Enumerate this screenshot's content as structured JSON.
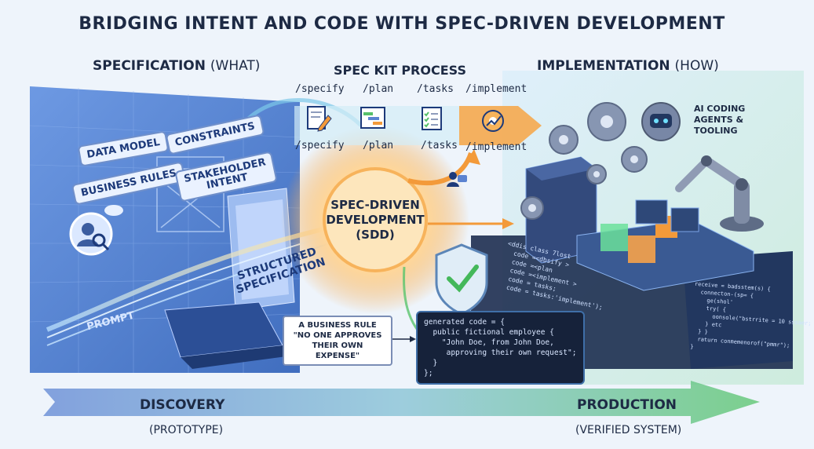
{
  "title": "BRIDGING INTENT AND CODE WITH SPEC-DRIVEN DEVELOPMENT",
  "columns": {
    "specification": {
      "main": "SPECIFICATION",
      "sub": "(WHAT)"
    },
    "process": "SPEC KIT PROCESS",
    "implementation": {
      "main": "IMPLEMENTATION",
      "sub": "(HOW)"
    }
  },
  "spec_labels": {
    "data_model": "DATA MODEL",
    "business_rules": "BUSINESS RULES",
    "constraints": "CONSTRAINTS",
    "stakeholder": "STAKEHOLDER",
    "intent": "INTENT"
  },
  "structured": {
    "line1": "STRUCTURED",
    "line2": "SPECIFICATION"
  },
  "prompt": "PROMPT",
  "steps": {
    "top": [
      "/specify",
      "/plan",
      "/tasks",
      "/implement"
    ],
    "bottom": [
      "/specify",
      "/plan",
      "/tasks",
      "/implement"
    ]
  },
  "sdd": {
    "line1": "SPEC-DRIVEN",
    "line2": "DEVELOPMENT",
    "line3": "(SDD)"
  },
  "ai_agents": {
    "line1": "AI CODING",
    "line2": "AGENTS &",
    "line3": "TOOLING"
  },
  "callout": {
    "line1": "A BUSINESS RULE",
    "line2": "\"NO ONE APPROVES",
    "line3": "THEIR OWN EXPENSE\""
  },
  "generated_code": {
    "l1": "generated code = {",
    "l2": "  public fictional employee {",
    "l3": "    \"John Doe, from John Doe,",
    "l4": "     approving their own request\";",
    "l5": "  }",
    "l6": "};"
  },
  "panel_code": {
    "l1": "<ddis class 7lost",
    "l2": "  code =<dbsify >",
    "l3": "  code =<plan",
    "l4": "  code =<implement >",
    "l5": "  code = tasks;",
    "l6": "  code = tasks:'implement');"
  },
  "right_code": {
    "l1": "receive = badsstem(s) {",
    "l2": "  connecton-(sp= {",
    "l3": "    ge(shol'",
    "l4": "    try( {",
    "l5": "      oonsole(\"bstrrite = 10 sssaer;",
    "l6": "    } etc",
    "l7": "  } }",
    "l8": "  raturn conmemenorof(\"pmmr\");",
    "l9": "}"
  },
  "timeline": {
    "left": "DISCOVERY",
    "left_sub": "(PROTOTYPE)",
    "right": "PRODUCTION",
    "right_sub": "(VERIFIED SYSTEM)"
  },
  "colors": {
    "navy": "#1d2a44",
    "blue": "#5b83d1",
    "orange": "#f39a3a",
    "green": "#57c06a",
    "teal": "#3fb8c9"
  }
}
